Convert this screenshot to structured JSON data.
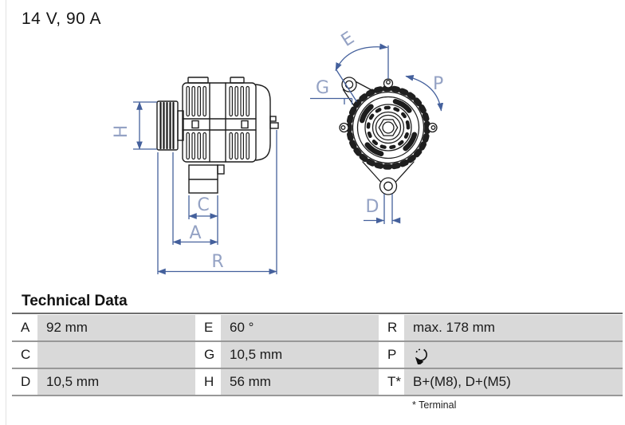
{
  "title": "14 V, 90 A",
  "diagram": {
    "labels": {
      "H": "H",
      "C": "C",
      "A": "A",
      "R": "R",
      "E": "E",
      "G": "G",
      "P": "P",
      "D": "D"
    },
    "colors": {
      "dimension_line": "#44609c",
      "dimension_label": "#94a2c4",
      "drawing_line": "#1c1c1c"
    },
    "views": [
      "alternator-side-view",
      "alternator-front-view"
    ]
  },
  "technical_data": {
    "heading": "Technical Data",
    "cell_background": "#d9d9d9",
    "rows": [
      {
        "cells": [
          {
            "label": "A",
            "value": "92 mm"
          },
          {
            "label": "E",
            "value": "60 °"
          },
          {
            "label": "R",
            "value": "max. 178 mm"
          }
        ]
      },
      {
        "cells": [
          {
            "label": "C",
            "value": ""
          },
          {
            "label": "G",
            "value": "10,5 mm"
          },
          {
            "label": "P",
            "value": "",
            "value_icon": "rotation-direction-icon"
          }
        ]
      },
      {
        "cells": [
          {
            "label": "D",
            "value": "10,5 mm"
          },
          {
            "label": "H",
            "value": "56 mm"
          },
          {
            "label": "T*",
            "value": "B+(M8), D+(M5)"
          }
        ]
      }
    ],
    "footnote": "* Terminal"
  }
}
